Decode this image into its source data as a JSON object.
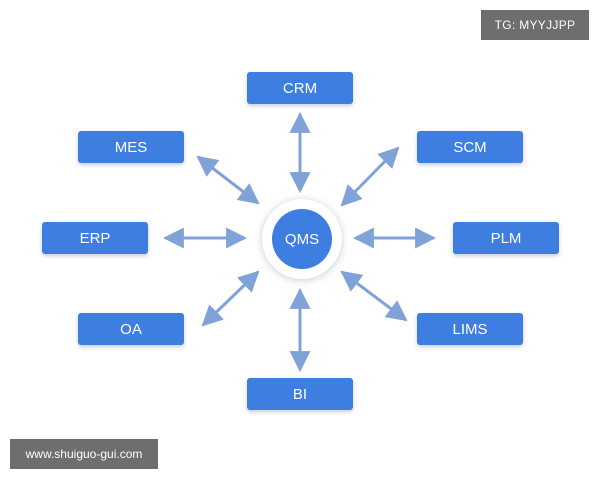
{
  "diagram": {
    "hub": {
      "label": "QMS"
    },
    "nodes": [
      {
        "id": "crm",
        "label": "CRM"
      },
      {
        "id": "scm",
        "label": "SCM"
      },
      {
        "id": "plm",
        "label": "PLM"
      },
      {
        "id": "lims",
        "label": "LIMS"
      },
      {
        "id": "bi",
        "label": "BI"
      },
      {
        "id": "oa",
        "label": "OA"
      },
      {
        "id": "erp",
        "label": "ERP"
      },
      {
        "id": "mes",
        "label": "MES"
      }
    ],
    "edges": [
      {
        "from": "qms",
        "to": "crm",
        "direction": "both"
      },
      {
        "from": "qms",
        "to": "scm",
        "direction": "both"
      },
      {
        "from": "qms",
        "to": "plm",
        "direction": "both"
      },
      {
        "from": "qms",
        "to": "lims",
        "direction": "both"
      },
      {
        "from": "qms",
        "to": "bi",
        "direction": "both"
      },
      {
        "from": "qms",
        "to": "oa",
        "direction": "both"
      },
      {
        "from": "qms",
        "to": "erp",
        "direction": "both"
      },
      {
        "from": "qms",
        "to": "mes",
        "direction": "both"
      }
    ]
  },
  "colors": {
    "node_fill": "#3d7ee0",
    "arrow": "#7fa3d8",
    "watermark_bg": "#6e6e6e"
  },
  "watermarks": {
    "top_right": "TG: MYYJJPP",
    "bottom_left": "www.shuiguo-gui.com"
  }
}
